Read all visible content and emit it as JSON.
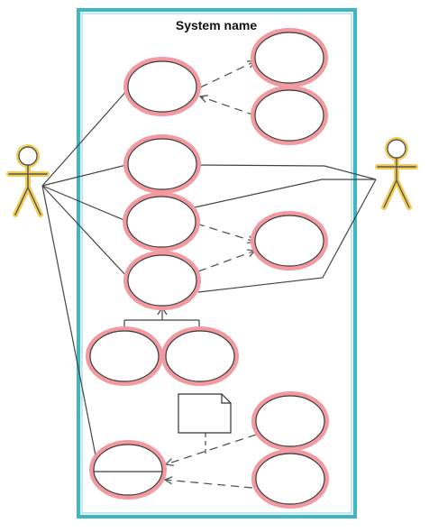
{
  "system": {
    "title": "System name"
  },
  "colors": {
    "system_border_outer": "#3fb6c4",
    "system_border_inner": "#9fd8df",
    "usecase_halo": "#f29aa0",
    "usecase_stroke": "#3a3a3a",
    "actor_halo": "#f2cc55",
    "actor_stroke": "#555555",
    "line": "#444444",
    "dashed": "#555555"
  },
  "actors": [
    {
      "id": "actor-left",
      "icon": "stick-figure-actor"
    },
    {
      "id": "actor-right",
      "icon": "stick-figure-actor"
    }
  ],
  "use_cases": [
    {
      "id": "uc-1"
    },
    {
      "id": "uc-1a"
    },
    {
      "id": "uc-1b"
    },
    {
      "id": "uc-2"
    },
    {
      "id": "uc-3"
    },
    {
      "id": "uc-4"
    },
    {
      "id": "uc-34"
    },
    {
      "id": "uc-5"
    },
    {
      "id": "uc-6"
    },
    {
      "id": "uc-7"
    },
    {
      "id": "uc-7a"
    },
    {
      "id": "uc-7b"
    }
  ],
  "note": {
    "id": "note-1",
    "icon": "note-icon"
  }
}
